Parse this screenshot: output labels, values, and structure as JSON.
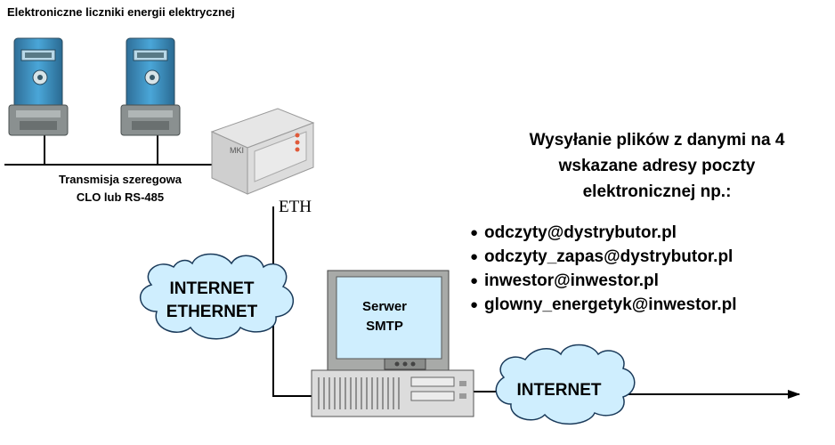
{
  "title": "Elektroniczne liczniki energii elektrycznej",
  "serial": {
    "line1": "Transmisja szeregowa",
    "line2": "CLO lub RS-485"
  },
  "module": {
    "label": "MKI"
  },
  "eth_label": "ETH",
  "cloud_internet_ethernet": {
    "line1": "INTERNET",
    "line2": "ETHERNET"
  },
  "server": {
    "line1": "Serwer",
    "line2": "SMTP"
  },
  "cloud_internet": {
    "label": "INTERNET"
  },
  "heading": {
    "line1": "Wysyłanie plików z danymi na 4",
    "line2": "wskazane adresy poczty",
    "line3": "elektronicznej np.:"
  },
  "emails": [
    "odczyty@dystrybutor.pl",
    "odczyty_zapas@dystrybutor.pl",
    "inwestor@inwestor.pl",
    "glowny_energetyk@inwestor.pl"
  ],
  "colors": {
    "cloud_fill": "#cfeefe",
    "screen_fill": "#cfeefe",
    "meter_blue": "#3a8fc0",
    "meter_gray": "#8a9090",
    "line": "#000000"
  }
}
